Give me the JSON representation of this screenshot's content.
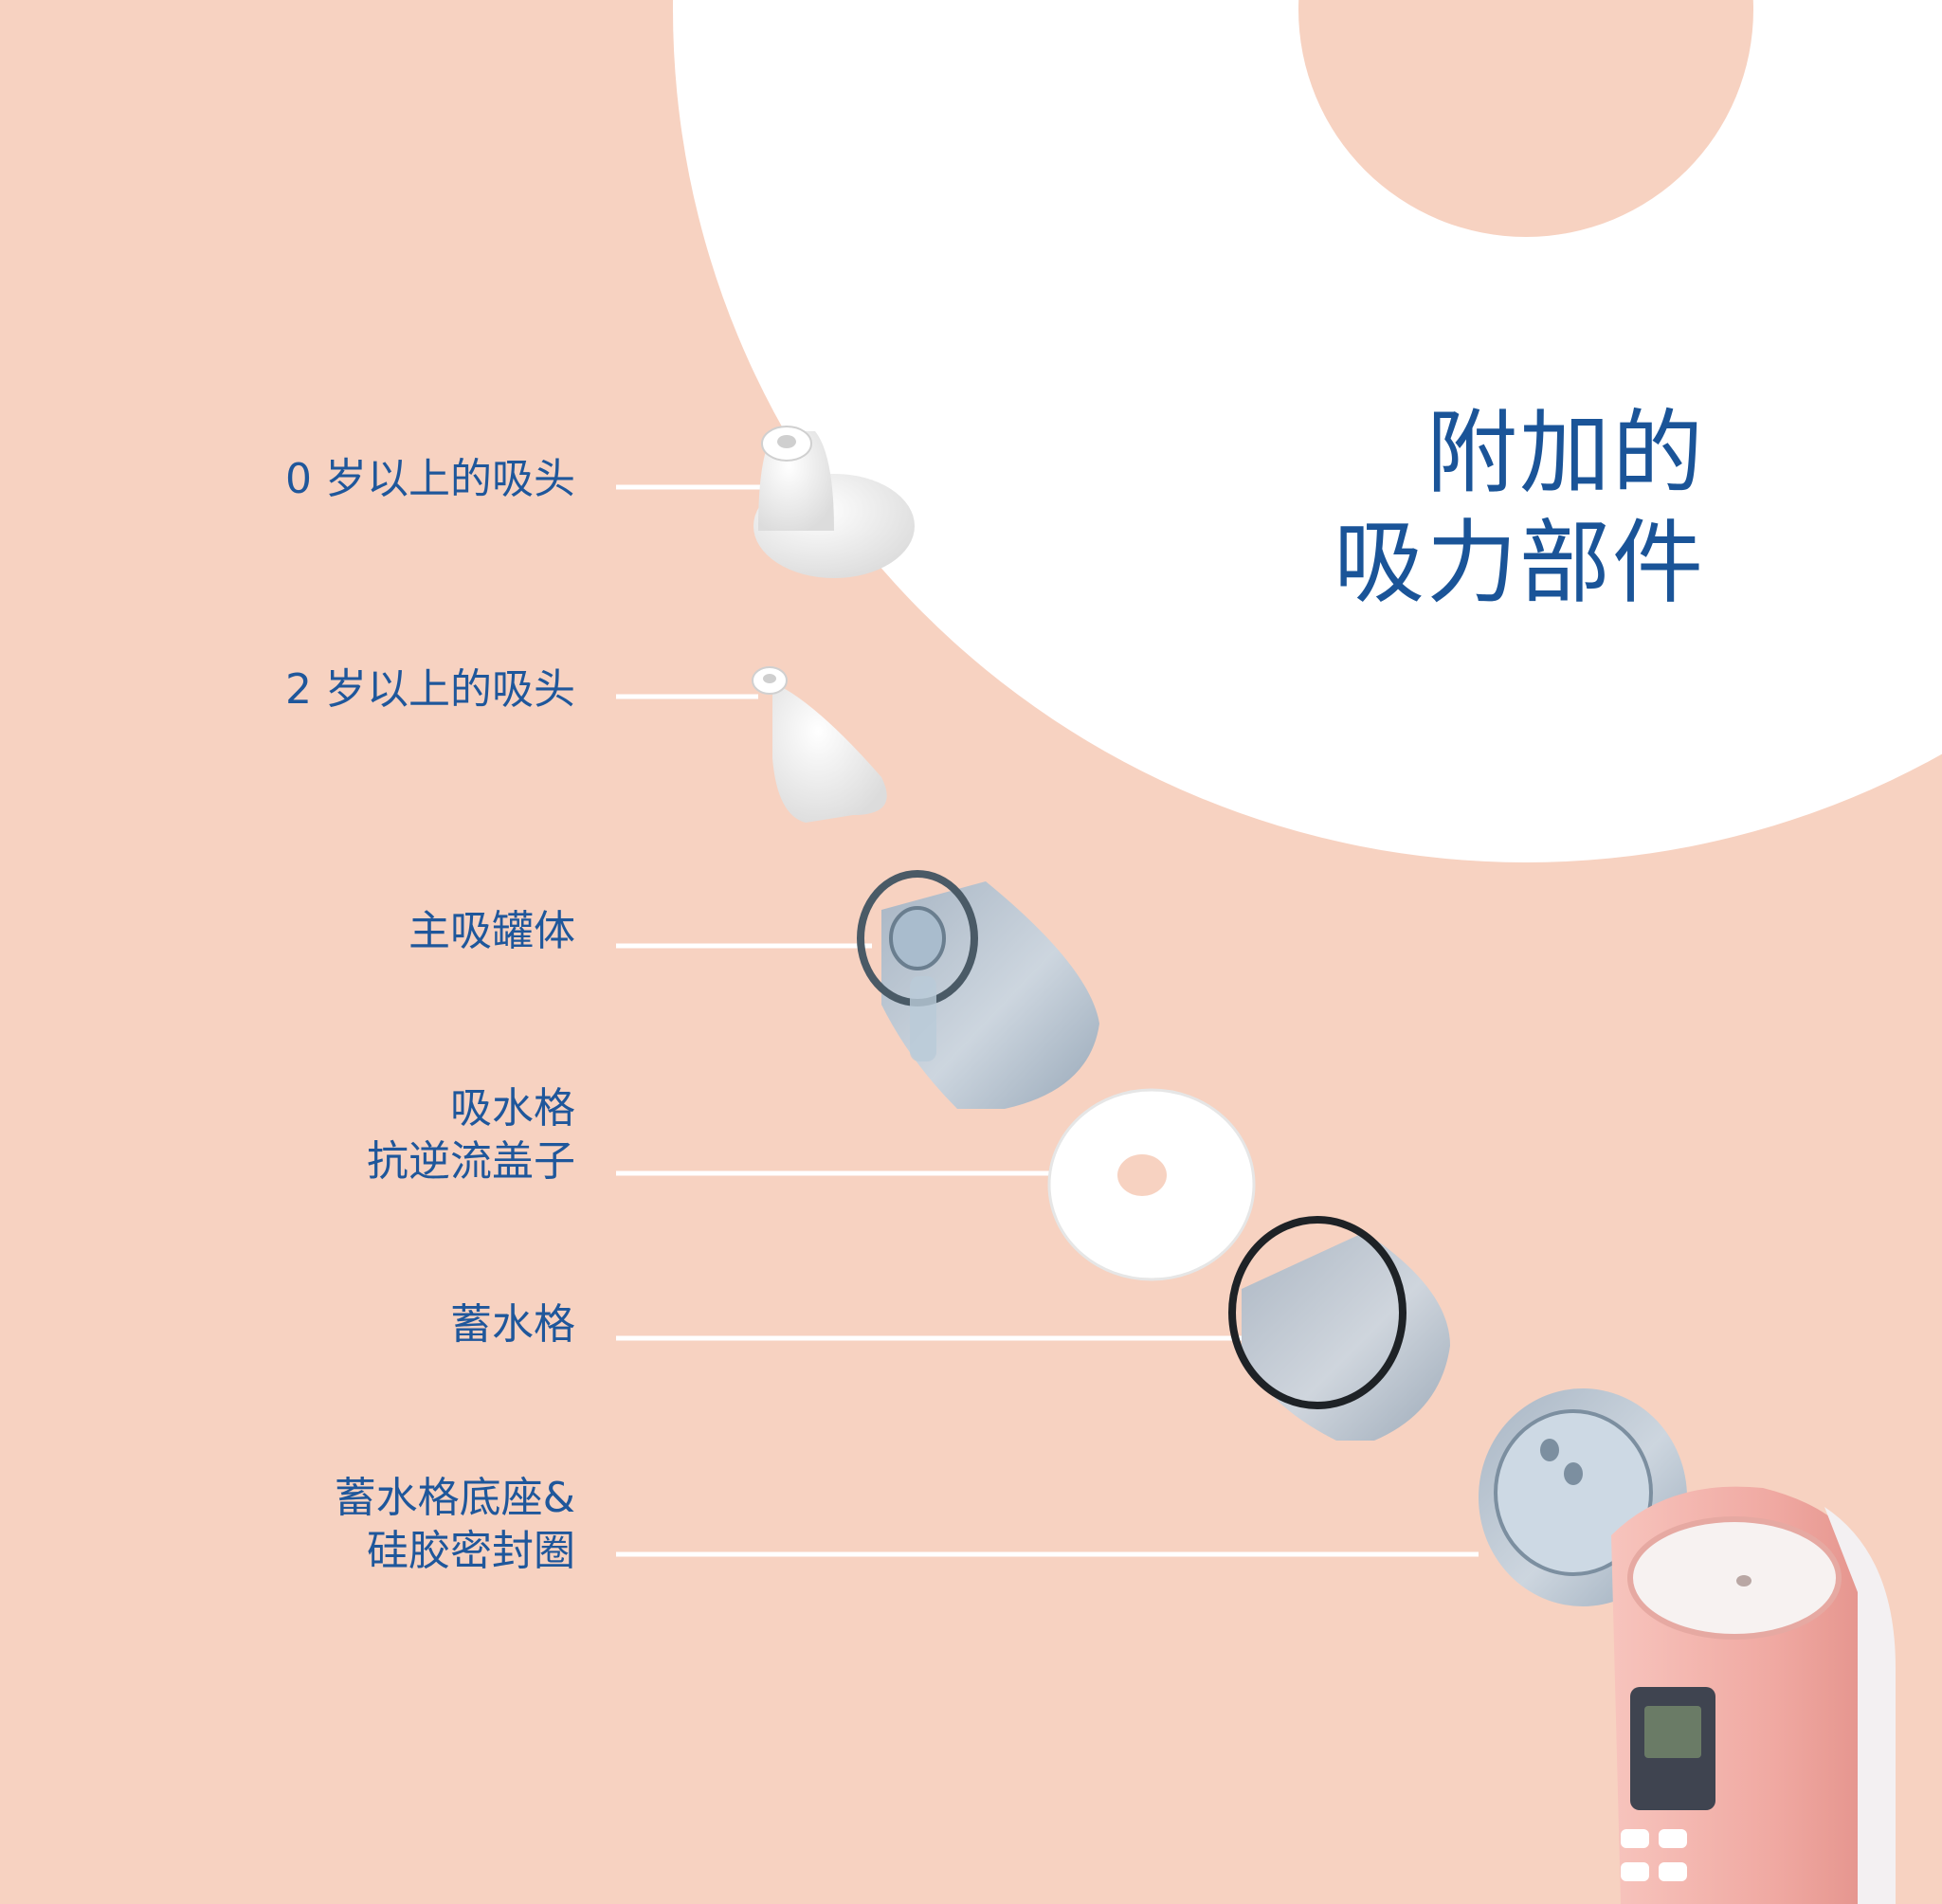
{
  "title": {
    "line1": "附加的",
    "line2": "吸力部件"
  },
  "parts": [
    {
      "id": "tip-0",
      "lines": [
        "0 岁以上的吸头"
      ]
    },
    {
      "id": "tip-2",
      "lines": [
        "2 岁以上的吸头"
      ]
    },
    {
      "id": "main-canister",
      "lines": [
        "主吸罐体"
      ]
    },
    {
      "id": "filter",
      "lines": [
        "吸水格",
        "抗逆流盖子"
      ]
    },
    {
      "id": "reservoir",
      "lines": [
        "蓄水格"
      ]
    },
    {
      "id": "base-seal",
      "lines": [
        "蓄水格底座&",
        "硅胶密封圈"
      ]
    }
  ],
  "colors": {
    "background": "#f7d2c1",
    "text": "#1f579b",
    "line": "#ffffff",
    "device": "#f0a9a2"
  }
}
